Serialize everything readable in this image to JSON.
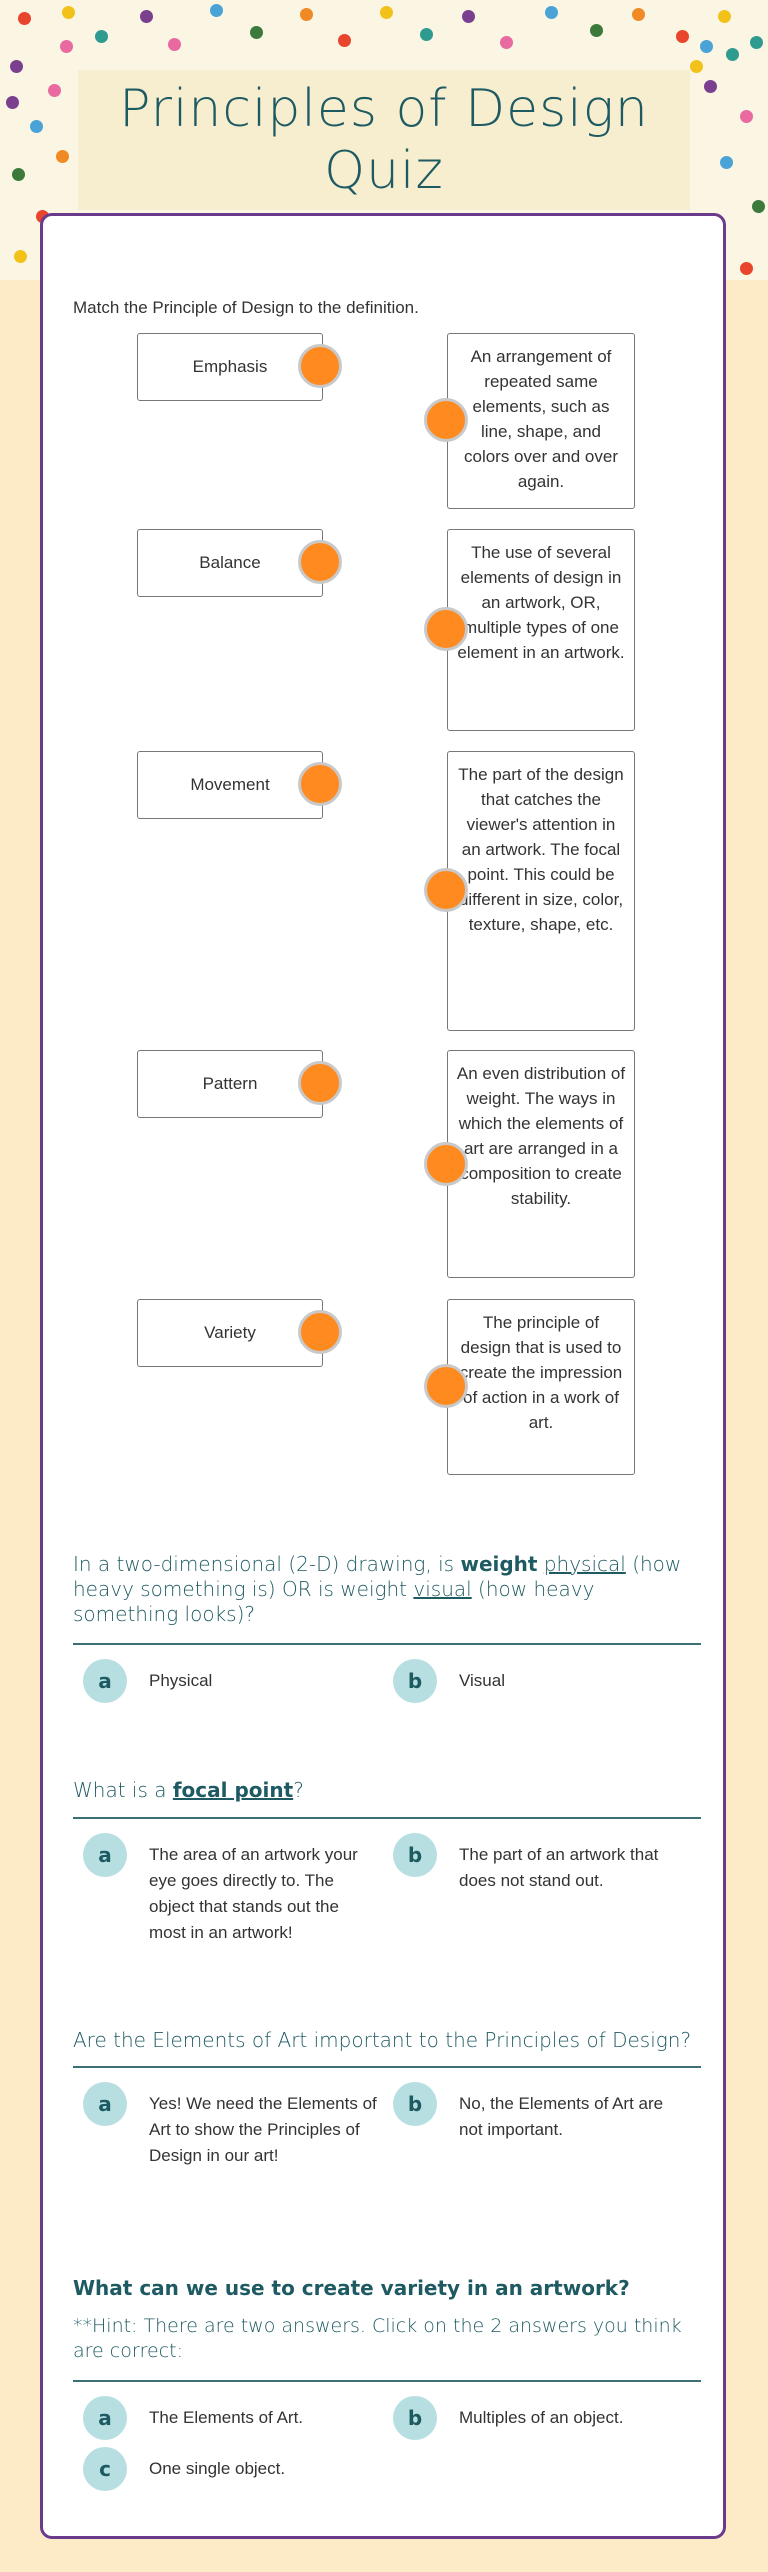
{
  "colors": {
    "background": "#fdebc8",
    "card_border": "#6a3a8c",
    "title": "#1e5a62",
    "connector_dot": "#ff8a1f",
    "option_badge": "#b7dfe2"
  },
  "header": {
    "title": "Principles of Design Quiz"
  },
  "matching": {
    "instruction": "Match the Principle of Design to the definition.",
    "terms": [
      "Emphasis",
      "Balance",
      "Movement",
      "Pattern",
      "Variety"
    ],
    "definitions": [
      "An arrangement of repeated same elements, such as line, shape, and colors over and over again.",
      "The use of several elements of design in an artwork, OR, multiple types of one element in an artwork.",
      "The part of the design that catches the viewer's attention in an artwork. The focal point. This could be different in size, color, texture, shape, etc.",
      "An even distribution of weight. The ways in which the elements of art are arranged in a composition to create stability.",
      "The principle of design that is used to create the impression of action in a work of art."
    ]
  },
  "q1": {
    "p1": "In a two-dimensional (2-D) drawing, is ",
    "w1": "weight",
    "p2": " ",
    "w2": "physical",
    "p3": " (how heavy something is) OR is weight ",
    "w3": "visual",
    "p4": " (how heavy something looks)?",
    "options": [
      {
        "letter": "a",
        "text": "Physical"
      },
      {
        "letter": "b",
        "text": "Visual"
      }
    ]
  },
  "q2": {
    "p1": "What is a ",
    "w1": "focal point",
    "p2": "?",
    "options": [
      {
        "letter": "a",
        "text": "The area of an artwork your eye goes directly to. The object that stands out the most in an artwork!"
      },
      {
        "letter": "b",
        "text": "The part of an artwork that does not stand out."
      }
    ]
  },
  "q3": {
    "title": "Are the Elements of Art important to the Principles of Design?",
    "options": [
      {
        "letter": "a",
        "text": "Yes! We need the Elements of Art  to show the Principles of Design in our art!"
      },
      {
        "letter": "b",
        "text": "No, the Elements of Art are not important."
      }
    ]
  },
  "q4": {
    "title": "What can we use to create variety in an artwork?",
    "hint": "**Hint: There are two answers. Click on the 2 answers you think are correct:",
    "options": [
      {
        "letter": "a",
        "text": "The Elements of Art."
      },
      {
        "letter": "b",
        "text": "Multiples of an object."
      },
      {
        "letter": "c",
        "text": "One single object."
      }
    ]
  }
}
